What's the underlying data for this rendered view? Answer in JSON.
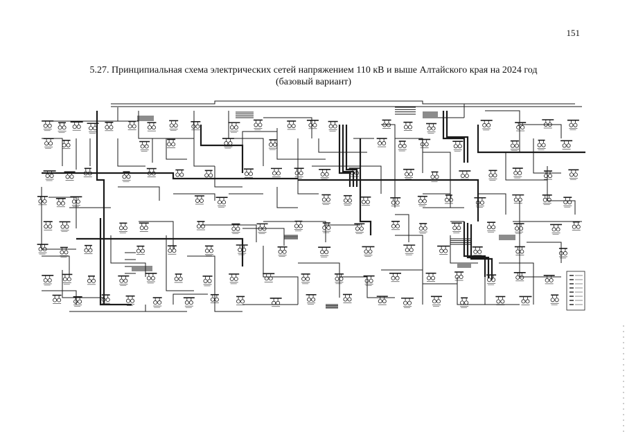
{
  "document": {
    "page_number": "151",
    "title_line1": "5.27. Принципиальная схема электрических сетей напряжением 110 кВ и выше Алтайского края на 2024 год",
    "title_line2": "(базовый вариант)"
  },
  "diagram": {
    "line_color": "#1a1a1a"
  }
}
